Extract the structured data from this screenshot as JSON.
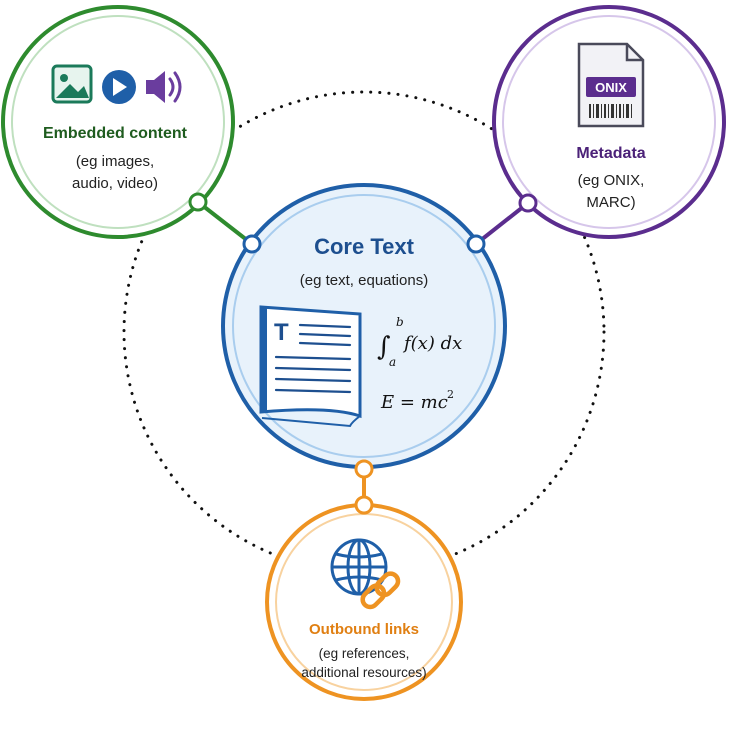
{
  "center": {
    "title": "Core Text",
    "subtitle": "(eg text, equations)",
    "doc_letter": "T",
    "eq1_int": "∫",
    "eq1_upper": "b",
    "eq1_lower": "a",
    "eq1_body": "f(x) dx",
    "eq2_body": "E = mc",
    "eq2_exp": "2"
  },
  "embedded": {
    "title": "Embedded content",
    "line1": "(eg images,",
    "line2": "audio, video)"
  },
  "metadata": {
    "title": "Metadata",
    "line1": "(eg ONIX,",
    "line2": "MARC)",
    "badge": "ONIX"
  },
  "outbound": {
    "title": "Outbound links",
    "line1": "(eg references,",
    "line2": "additional resources)"
  },
  "colors": {
    "blue": "#1f5fa8",
    "green": "#2e8b2e",
    "purple": "#5b2d8e",
    "orange": "#ee9322"
  }
}
